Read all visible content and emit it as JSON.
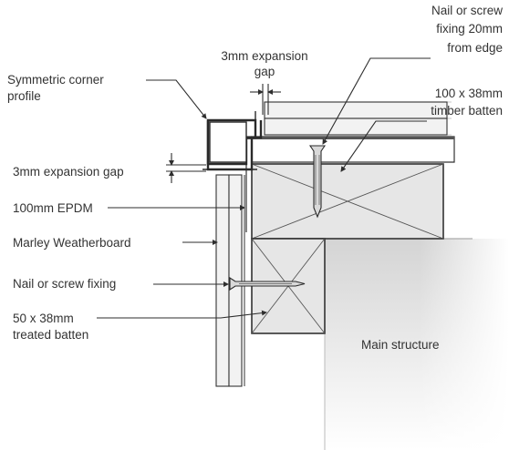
{
  "labels": {
    "symmetric_profile_1": "Symmetric corner",
    "symmetric_profile_2": "profile",
    "gap_top_1": "3mm expansion",
    "gap_top_2": "gap",
    "nail_top_1": "Nail or screw",
    "nail_top_2": "fixing 20mm",
    "nail_top_3": "from edge",
    "timber_batten_1": "100 x 38mm",
    "timber_batten_2": "timber batten",
    "gap_left": "3mm expansion gap",
    "epdm": "100mm EPDM",
    "weatherboard": "Marley Weatherboard",
    "nail_left": "Nail or screw fixing",
    "treated_batten_1": "50 x 38mm",
    "treated_batten_2": "treated batten",
    "main_structure": "Main structure"
  }
}
